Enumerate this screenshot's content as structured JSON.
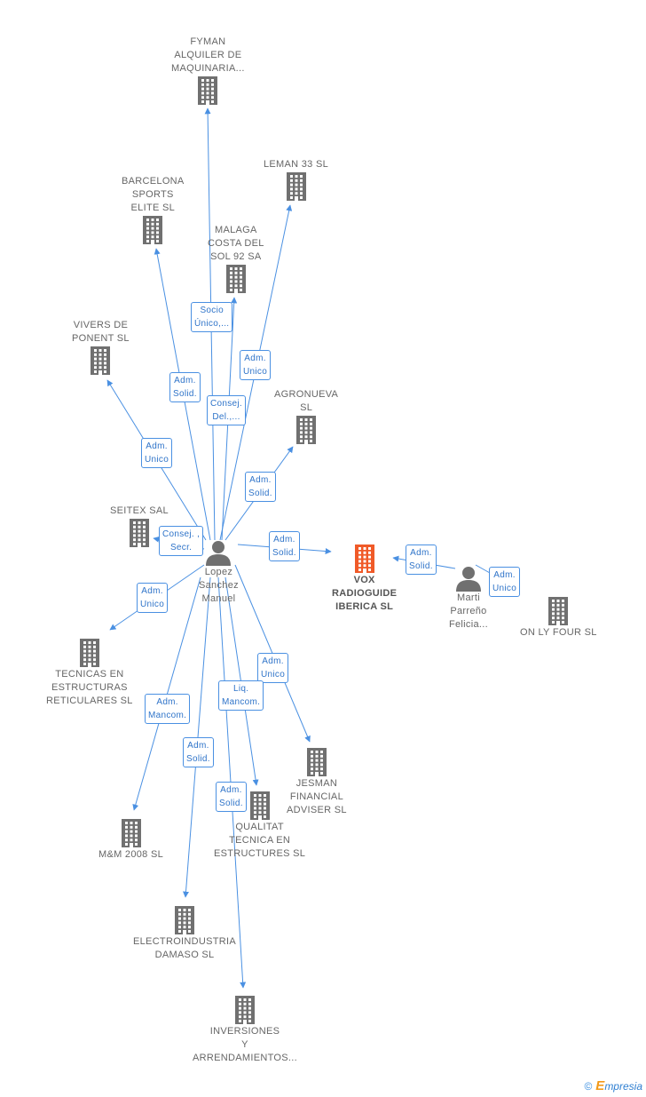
{
  "colors": {
    "edge": "#4a90e2",
    "building": "#707070",
    "focus_building": "#f05a28",
    "person": "#707070",
    "label": "#666666"
  },
  "nodes": [
    {
      "id": "fyman",
      "kind": "company",
      "icon": "building-icon",
      "label": "FYMAN\nALQUILER DE\nMAQUINARIA..."
    },
    {
      "id": "leman",
      "kind": "company",
      "icon": "building-icon",
      "label": "LEMAN 33 SL"
    },
    {
      "id": "barcelona",
      "kind": "company",
      "icon": "building-icon",
      "label": "BARCELONA\nSPORTS\nELITE  SL"
    },
    {
      "id": "malaga",
      "kind": "company",
      "icon": "building-icon",
      "label": "MALAGA\nCOSTA DEL\nSOL 92 SA"
    },
    {
      "id": "vivers",
      "kind": "company",
      "icon": "building-icon",
      "label": "VIVERS DE\nPONENT SL"
    },
    {
      "id": "agronueva",
      "kind": "company",
      "icon": "building-icon",
      "label": "AGRONUEVA\nSL"
    },
    {
      "id": "seitex",
      "kind": "company",
      "icon": "building-icon",
      "label": "SEITEX SAL"
    },
    {
      "id": "lopez",
      "kind": "person",
      "icon": "person-icon",
      "label": "Lopez\nSanchez\nManuel"
    },
    {
      "id": "vox",
      "kind": "focus",
      "icon": "building-icon",
      "label": "VOX\nRADIOGUIDE\nIBERICA SL"
    },
    {
      "id": "marti",
      "kind": "person",
      "icon": "person-icon",
      "label": "Marti\nParreño\nFelicia..."
    },
    {
      "id": "onlyfour",
      "kind": "company",
      "icon": "building-icon",
      "label": "ON LY FOUR SL"
    },
    {
      "id": "tecnicas",
      "kind": "company",
      "icon": "building-icon",
      "label": "TECNICAS EN\nESTRUCTURAS\nRETICULARES SL"
    },
    {
      "id": "jesman",
      "kind": "company",
      "icon": "building-icon",
      "label": "JESMAN\nFINANCIAL\nADVISER  SL"
    },
    {
      "id": "qualitat",
      "kind": "company",
      "icon": "building-icon",
      "label": "QUALITAT\nTECNICA EN\nESTRUCTURES SL"
    },
    {
      "id": "mm2008",
      "kind": "company",
      "icon": "building-icon",
      "label": "M&M 2008 SL"
    },
    {
      "id": "electro",
      "kind": "company",
      "icon": "building-icon",
      "label": "ELECTROINDUSTRIA\nDAMASO SL"
    },
    {
      "id": "inversiones",
      "kind": "company",
      "icon": "building-icon",
      "label": "INVERSIONES\nY\nARRENDAMIENTOS..."
    }
  ],
  "edges": [
    {
      "from": "lopez",
      "to": "fyman",
      "label": "Socio\nÚnico,..."
    },
    {
      "from": "lopez",
      "to": "leman",
      "label": "Adm.\nUnico"
    },
    {
      "from": "lopez",
      "to": "barcelona",
      "label": "Adm.\nSolid."
    },
    {
      "from": "lopez",
      "to": "malaga",
      "label": "Consej.\nDel.,..."
    },
    {
      "from": "lopez",
      "to": "vivers",
      "label": "Adm.\nUnico"
    },
    {
      "from": "lopez",
      "to": "agronueva",
      "label": "Adm.\nSolid."
    },
    {
      "from": "lopez",
      "to": "seitex",
      "label": "Consej. ,\nSecr."
    },
    {
      "from": "lopez",
      "to": "vox",
      "label": "Adm.\nSolid."
    },
    {
      "from": "marti",
      "to": "vox",
      "label": "Adm.\nSolid."
    },
    {
      "from": "marti",
      "to": "onlyfour",
      "label": "Adm.\nUnico"
    },
    {
      "from": "lopez",
      "to": "tecnicas",
      "label": "Adm.\nUnico"
    },
    {
      "from": "lopez",
      "to": "jesman",
      "label": "Adm.\nUnico"
    },
    {
      "from": "lopez",
      "to": "qualitat",
      "label": "Liq.\nMancom."
    },
    {
      "from": "lopez",
      "to": "mm2008",
      "label": "Adm.\nMancom."
    },
    {
      "from": "lopez",
      "to": "electro",
      "label": "Adm.\nSolid."
    },
    {
      "from": "lopez",
      "to": "inversiones",
      "label": "Adm.\nSolid."
    }
  ],
  "brand": {
    "copyright": "©",
    "name": "mpresia",
    "initial": "E"
  }
}
